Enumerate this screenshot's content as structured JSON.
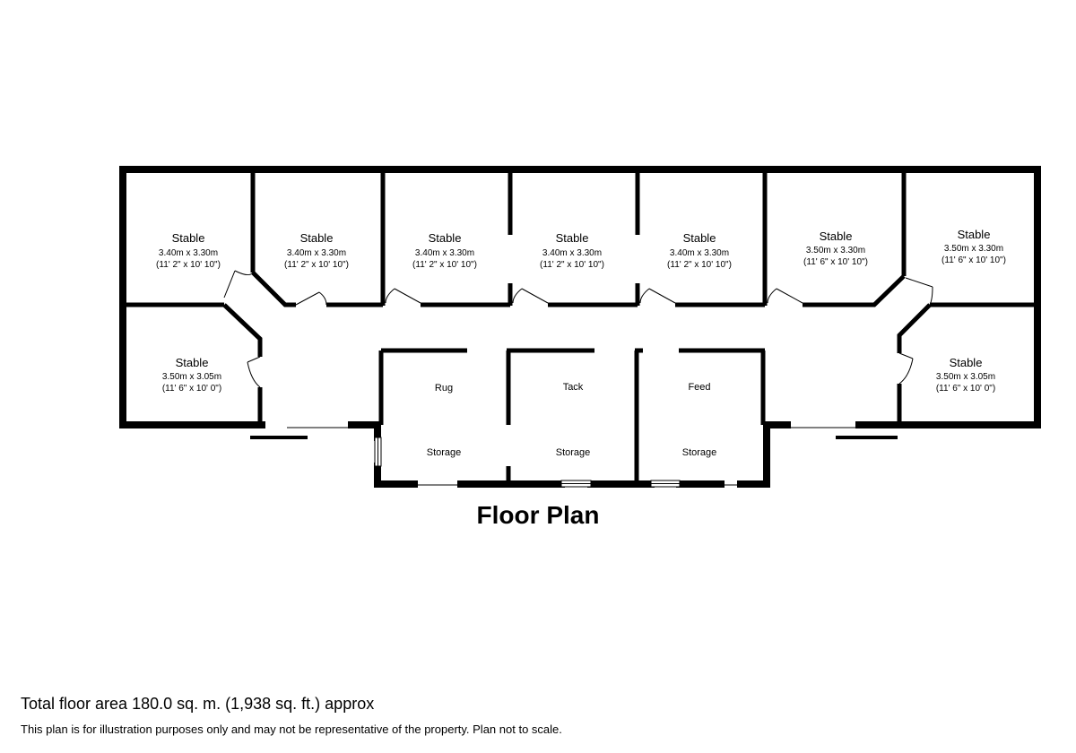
{
  "title": "Floor Plan",
  "total_area": "Total floor area 180.0 sq. m. (1,938 sq. ft.) approx",
  "disclaimer": "This plan is for illustration purposes only and may not be representative of the property. Plan not to scale.",
  "rooms": [
    {
      "name": "Stable",
      "metric": "3.40m x 3.30m",
      "imperial": "(11' 2\" x 10' 10\")"
    },
    {
      "name": "Stable",
      "metric": "3.40m x 3.30m",
      "imperial": "(11' 2\" x 10' 10\")"
    },
    {
      "name": "Stable",
      "metric": "3.40m x 3.30m",
      "imperial": "(11' 2\" x 10' 10\")"
    },
    {
      "name": "Stable",
      "metric": "3.40m x 3.30m",
      "imperial": "(11' 2\" x 10' 10\")"
    },
    {
      "name": "Stable",
      "metric": "3.40m x 3.30m",
      "imperial": "(11' 2\" x 10' 10\")"
    },
    {
      "name": "Stable",
      "metric": "3.50m  x 3.30m",
      "imperial": "(11' 6\" x 10' 10\")"
    },
    {
      "name": "Stable",
      "metric": "3.50m  x 3.30m",
      "imperial": "(11' 6\" x 10' 10\")"
    },
    {
      "name": "Stable",
      "metric": "3.50m x 3.05m",
      "imperial": "(11' 6\" x 10' 0\")"
    },
    {
      "name": "Stable",
      "metric": "3.50m x 3.05m",
      "imperial": "(11' 6\" x 10' 0\")"
    }
  ],
  "storage_rooms": [
    {
      "name": "Rug",
      "label": "Storage"
    },
    {
      "name": "Tack",
      "label": "Storage"
    },
    {
      "name": "Feed",
      "label": "Storage"
    }
  ]
}
